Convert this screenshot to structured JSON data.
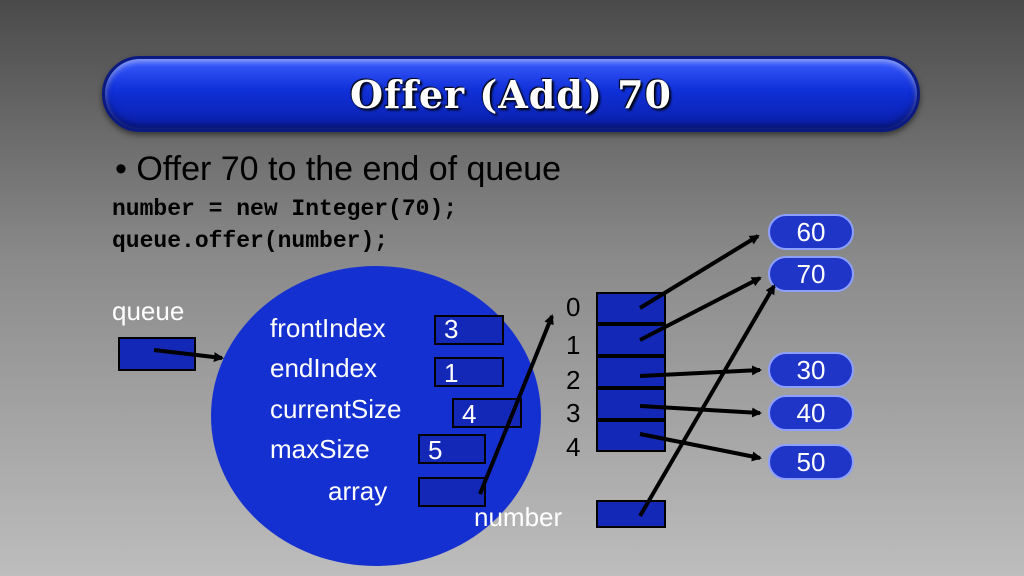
{
  "title": "Offer (Add) 70",
  "bullet": "Offer 70 to the end of queue",
  "code": [
    "number = new Integer(70);",
    "queue.offer(number);"
  ],
  "queue_label": "queue",
  "number_label": "number",
  "fields": [
    {
      "name": "frontIndex",
      "value": "3"
    },
    {
      "name": "endIndex",
      "value": "1"
    },
    {
      "name": "currentSize",
      "value": "4"
    },
    {
      "name": "maxSize",
      "value": "5"
    },
    {
      "name": "array",
      "value": ""
    }
  ],
  "indices": [
    "0",
    "1",
    "2",
    "3",
    "4"
  ],
  "values": [
    "60",
    "70",
    "30",
    "40",
    "50"
  ]
}
